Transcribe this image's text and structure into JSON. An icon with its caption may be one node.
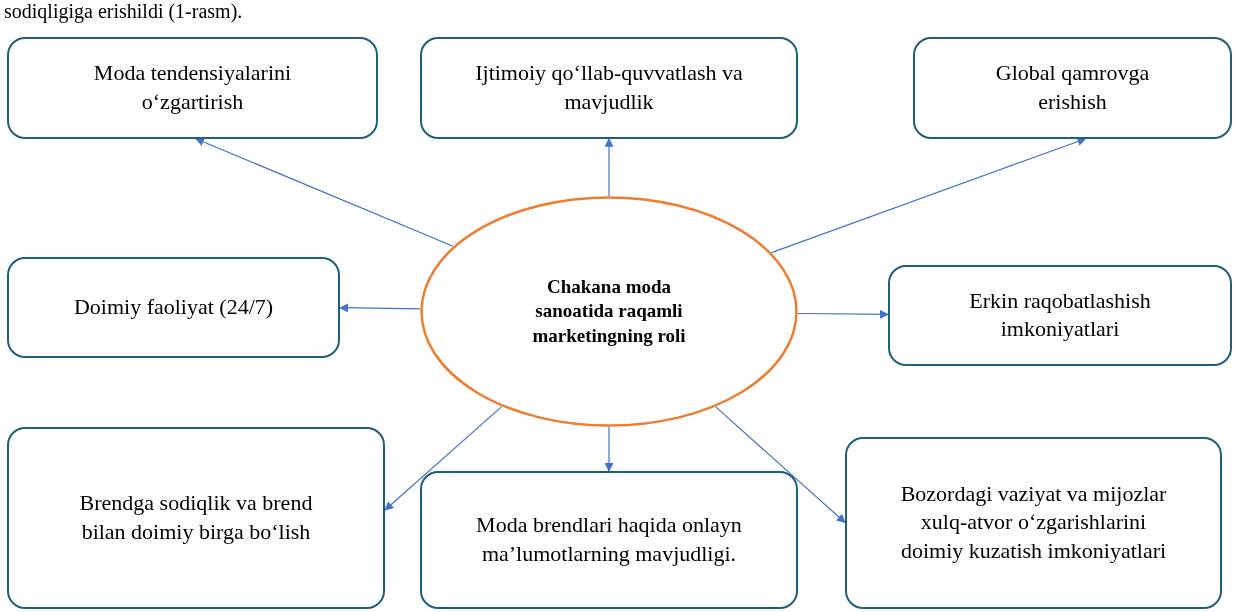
{
  "diagram": {
    "nodes": [
      {
        "text": [
          "Chakana moda sanoatida raqamli marketingning roli"
        ]
      },
      {
        "text": [
          "Moda tendensiyalarini o‘zgartirish"
        ]
      },
      {
        "text": [
          "Ijtimoiy qo‘llab-quvvatlash va mavjudlik"
        ]
      },
      {
        "text": [
          "Global qamrovga erishish"
        ]
      },
      {
        "text": [
          "Doimiy faoliyat (24/7)"
        ]
      },
      {
        "text": [
          "Erkin raqobatlashish imkoniyatlari"
        ]
      },
      {
        "text": [
          "Brendga sodiqlik va brend bilan doimiy birga bo‘lish"
        ]
      },
      {
        "text": [
          "Moda brendlari haqida onlayn ma’lumotlarning mavjudligi."
        ]
      },
      {
        "text": [
          "Bozordagi vaziyat va mijozlar xulq-atvor o‘zgarishlarini doimiy kuzatish imkoniyatlari"
        ]
      }
    ],
    "edges": [
      {
        "from": 0,
        "to": 1,
        "arrow": "to"
      },
      {
        "from": 0,
        "to": 2,
        "arrow": "to"
      },
      {
        "from": 0,
        "to": 3,
        "arrow": "to"
      },
      {
        "from": 0,
        "to": 4,
        "arrow": "to"
      },
      {
        "from": 0,
        "to": 5,
        "arrow": "to"
      },
      {
        "from": 0,
        "to": 6,
        "arrow": "to"
      },
      {
        "from": 0,
        "to": 7,
        "arrow": "to"
      },
      {
        "from": 0,
        "to": 8,
        "arrow": "to"
      }
    ],
    "labels": [
      "sodiqligiga erishildi (1-rasm)."
    ]
  }
}
